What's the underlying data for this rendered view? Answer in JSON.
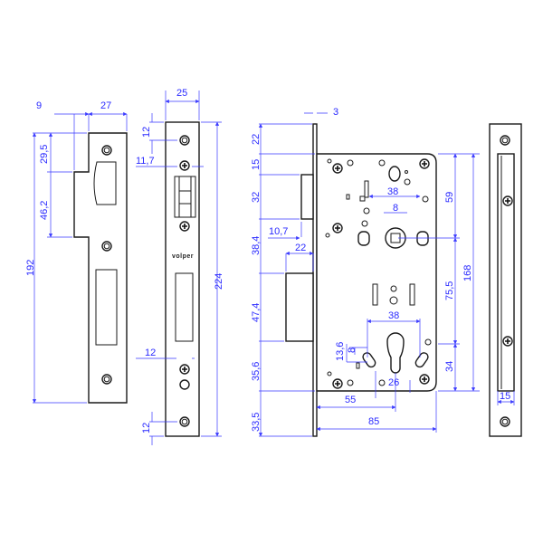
{
  "brand": "volper",
  "colors": {
    "dimension": "#2a2aff",
    "outline": "#1a1a1a"
  },
  "strike_plate": {
    "d_9": "9",
    "d_27": "27",
    "d_29_5": "29,5",
    "d_46_2": "46,2",
    "d_192": "192"
  },
  "face_plate": {
    "d_25": "25",
    "d_12_top": "12",
    "d_11_7": "11,7",
    "d_12_mid": "12",
    "d_12_bottom": "12",
    "d_224": "224"
  },
  "lock_body": {
    "d_3": "3",
    "d_22": "22",
    "d_15": "15",
    "d_32": "32",
    "d_38_4": "38,4",
    "d_47_4": "47,4",
    "d_35_6": "35,6",
    "d_33_5": "33,5",
    "d_10_7": "10,7",
    "d_22b": "22",
    "d_38_top": "38",
    "d_8_top": "8",
    "d_59": "59",
    "d_168": "168",
    "d_75_5": "75,5",
    "d_38_bottom": "38",
    "d_13_6": "13,6",
    "d_8_side": "8",
    "d_34": "34",
    "d_55": "55",
    "d_26": "26",
    "d_85": "85"
  },
  "side_view": {
    "d_15": "15"
  }
}
